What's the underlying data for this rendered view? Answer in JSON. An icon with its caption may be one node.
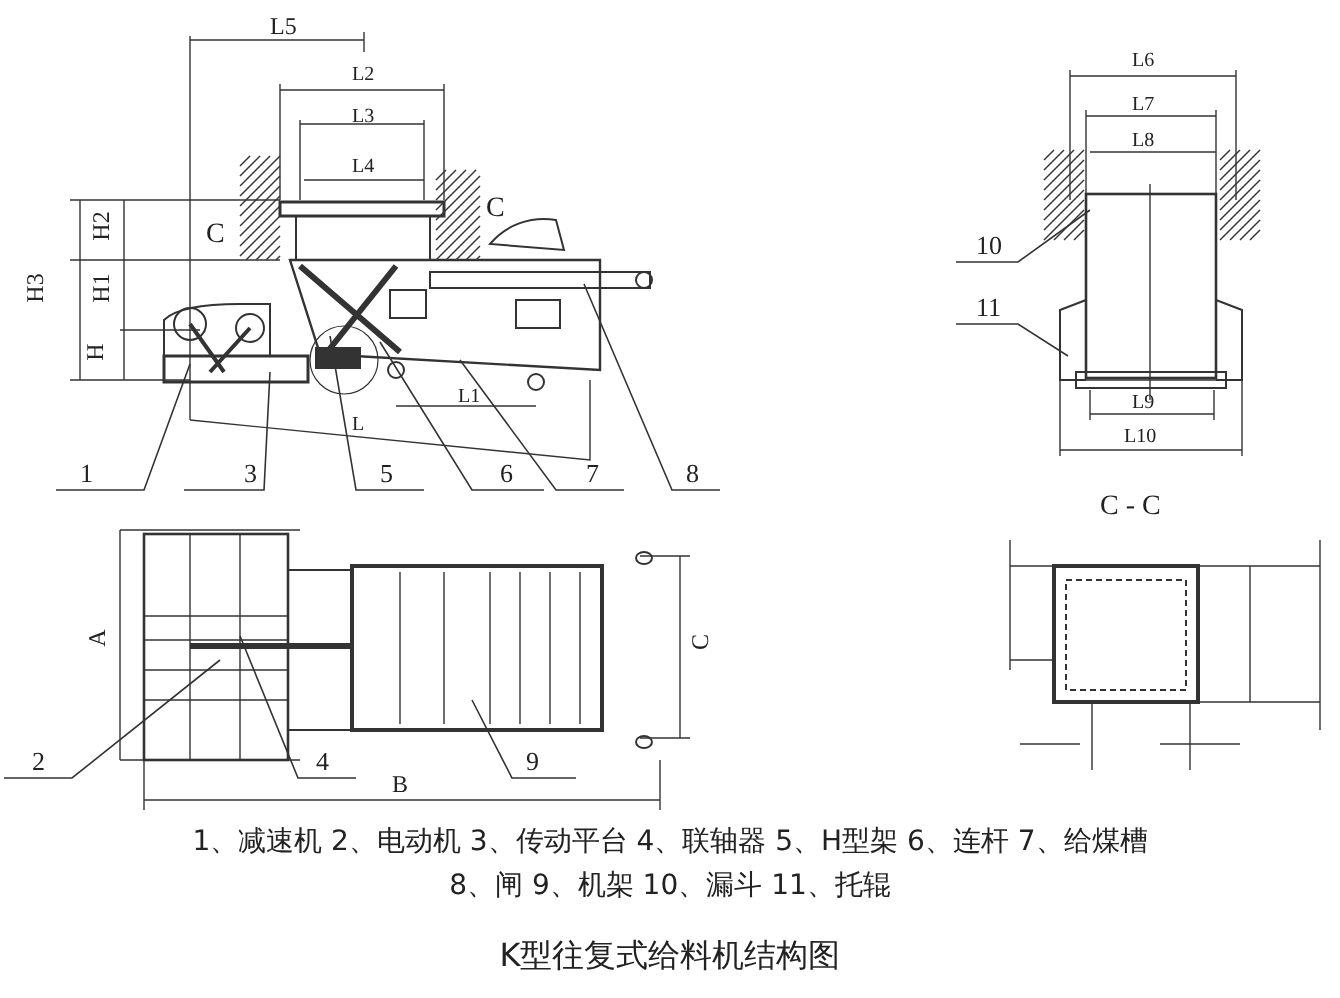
{
  "diagram": {
    "caption": "K型往复式给料机结构图",
    "nodes": [
      {
        "text": [
          "1"
        ]
      },
      {
        "text": [
          "3"
        ]
      },
      {
        "text": [
          "5"
        ]
      },
      {
        "text": [
          "6"
        ]
      },
      {
        "text": [
          "7"
        ]
      },
      {
        "text": [
          "8"
        ]
      },
      {
        "text": [
          "10"
        ]
      },
      {
        "text": [
          "11"
        ]
      },
      {
        "text": [
          "2"
        ]
      },
      {
        "text": [
          "4"
        ]
      },
      {
        "text": [
          "9"
        ]
      }
    ],
    "edges": [
      {
        "from": 0,
        "to": null,
        "arrow": "none"
      },
      {
        "from": 1,
        "to": null,
        "arrow": "none"
      },
      {
        "from": 2,
        "to": null,
        "arrow": "none"
      },
      {
        "from": 3,
        "to": null,
        "arrow": "none"
      },
      {
        "from": 4,
        "to": null,
        "arrow": "none"
      },
      {
        "from": 5,
        "to": null,
        "arrow": "none"
      },
      {
        "from": 6,
        "to": null,
        "arrow": "none"
      },
      {
        "from": 7,
        "to": null,
        "arrow": "none"
      },
      {
        "from": 8,
        "to": null,
        "arrow": "none"
      },
      {
        "from": 9,
        "to": null,
        "arrow": "none"
      },
      {
        "from": 10,
        "to": null,
        "arrow": "none"
      }
    ],
    "labels": [
      "L5",
      "L2",
      "L3",
      "L4",
      "H3",
      "H2",
      "H1",
      "H",
      "C",
      "C",
      "L1",
      "L",
      "L6",
      "L7",
      "L8",
      "L9",
      "L10",
      "A",
      "C",
      "B",
      "C - C",
      "1、减速机 2、电动机 3、传动平台 4、联轴器 5、H型架 6、连杆 7、给煤槽",
      "8、闸 9、机架 10、漏斗 11、托辊"
    ]
  }
}
